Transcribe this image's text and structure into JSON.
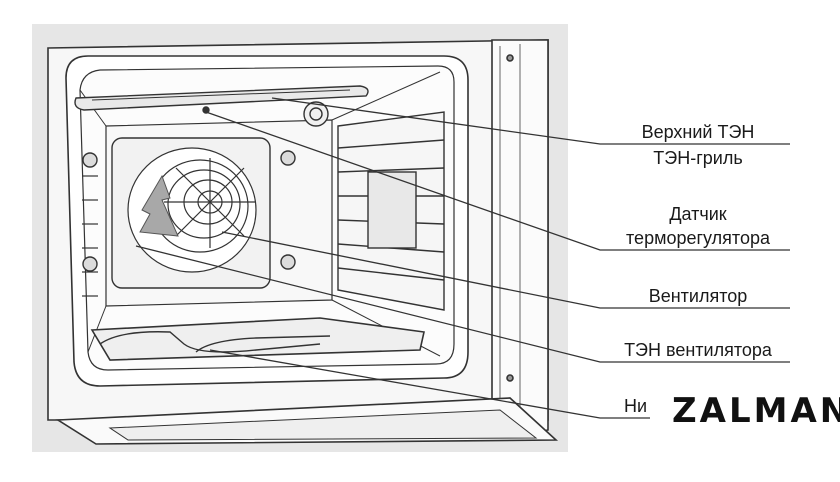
{
  "callouts": {
    "top_heater": "Верхний ТЭН",
    "grill_heater": "ТЭН-гриль",
    "thermostat_sensor_line1": "Датчик",
    "thermostat_sensor_line2": "терморегулятора",
    "fan": "Вентилятор",
    "fan_heater": "ТЭН вентилятора",
    "bottom_truncated": "Ни"
  },
  "logo": {
    "text": "ZALMAN",
    "color": "#111111"
  },
  "colors": {
    "panel_bg": "#e6e6e6",
    "line": "#333333",
    "label": "#1a1a1a"
  }
}
